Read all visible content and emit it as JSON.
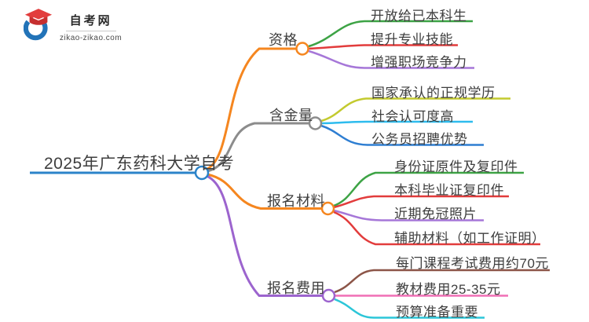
{
  "logo": {
    "title": "自考网",
    "domain": "zikao-zikao.com",
    "icon": "graduation-cap-logo-icon",
    "ring_color": "#2273b8",
    "cap_color": "#e23d3d",
    "cap_shade_color": "#c62f2f"
  },
  "root": {
    "label": "2025年广东药科大学自考",
    "color": "#2b83c9"
  },
  "branches": [
    {
      "label": "资格",
      "color": "#f5861f",
      "children": [
        {
          "label": "开放给已本科生",
          "color": "#3da345"
        },
        {
          "label": "提升专业技能",
          "color": "#e23c3c"
        },
        {
          "label": "增强职场竞争力",
          "color": "#a677d8"
        }
      ]
    },
    {
      "label": "含金量",
      "color": "#8c8c8c",
      "children": [
        {
          "label": "国家承认的正规学历",
          "color": "#c3ca2f"
        },
        {
          "label": "社会认可度高",
          "color": "#2ebcee"
        },
        {
          "label": "公务员招聘优势",
          "color": "#2e7ed2"
        }
      ]
    },
    {
      "label": "报名材料",
      "color": "#f5861f",
      "children": [
        {
          "label": "身份证原件及复印件",
          "color": "#3da345"
        },
        {
          "label": "本科毕业证复印件",
          "color": "#e23c3c"
        },
        {
          "label": "近期免冠照片",
          "color": "#a677d8"
        },
        {
          "label": "辅助材料（如工作证明）",
          "color": "#e23c3c"
        }
      ]
    },
    {
      "label": "报名费用",
      "color": "#9c64ce",
      "children": [
        {
          "label": "每门课程考试费用约70元",
          "color": "#8c5548"
        },
        {
          "label": "教材费用25-35元",
          "color": "#f06fb5"
        },
        {
          "label": "预算准备重要",
          "color": "#2cc6d8"
        }
      ]
    }
  ]
}
